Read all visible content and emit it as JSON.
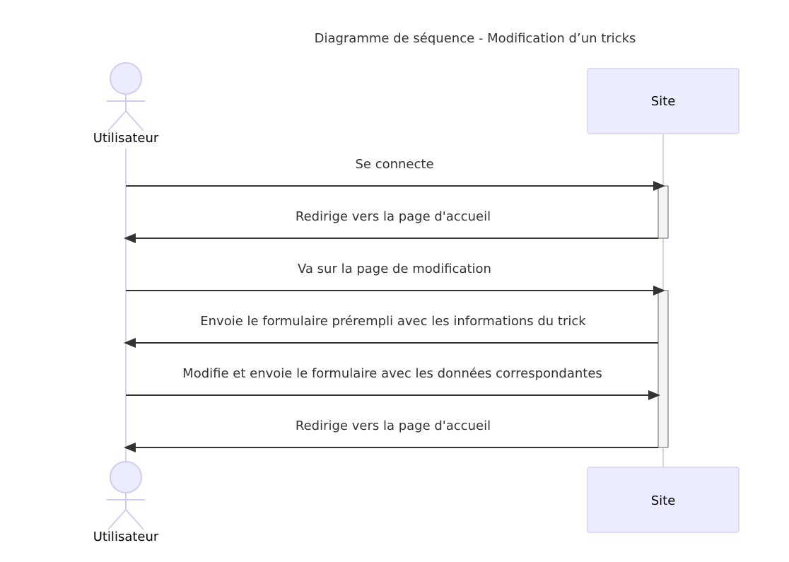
{
  "title": "Diagramme de séquence - Modification d’un tricks",
  "actors": [
    {
      "id": "user",
      "kind": "actor",
      "label": "Utilisateur"
    },
    {
      "id": "site",
      "kind": "participant",
      "label": "Site"
    }
  ],
  "messages": [
    {
      "from": "user",
      "to": "site",
      "text": "Se connecte"
    },
    {
      "from": "site",
      "to": "user",
      "text": "Redirige vers la page d'accueil"
    },
    {
      "from": "user",
      "to": "site",
      "text": "Va sur la page de modification"
    },
    {
      "from": "site",
      "to": "user",
      "text": "Envoie le formulaire prérempli avec les informations du trick"
    },
    {
      "from": "user",
      "to": "site",
      "text": "Modifie et envoie le formulaire avec les données correspondantes"
    },
    {
      "from": "site",
      "to": "user",
      "text": "Redirige vers la page d'accueil"
    }
  ],
  "colors": {
    "actor_fill": "#ececff",
    "actor_stroke": "#d2cdf0",
    "lifeline": "#d8d3f0",
    "message_line": "#333333",
    "activation_fill": "#f4f4f4"
  }
}
